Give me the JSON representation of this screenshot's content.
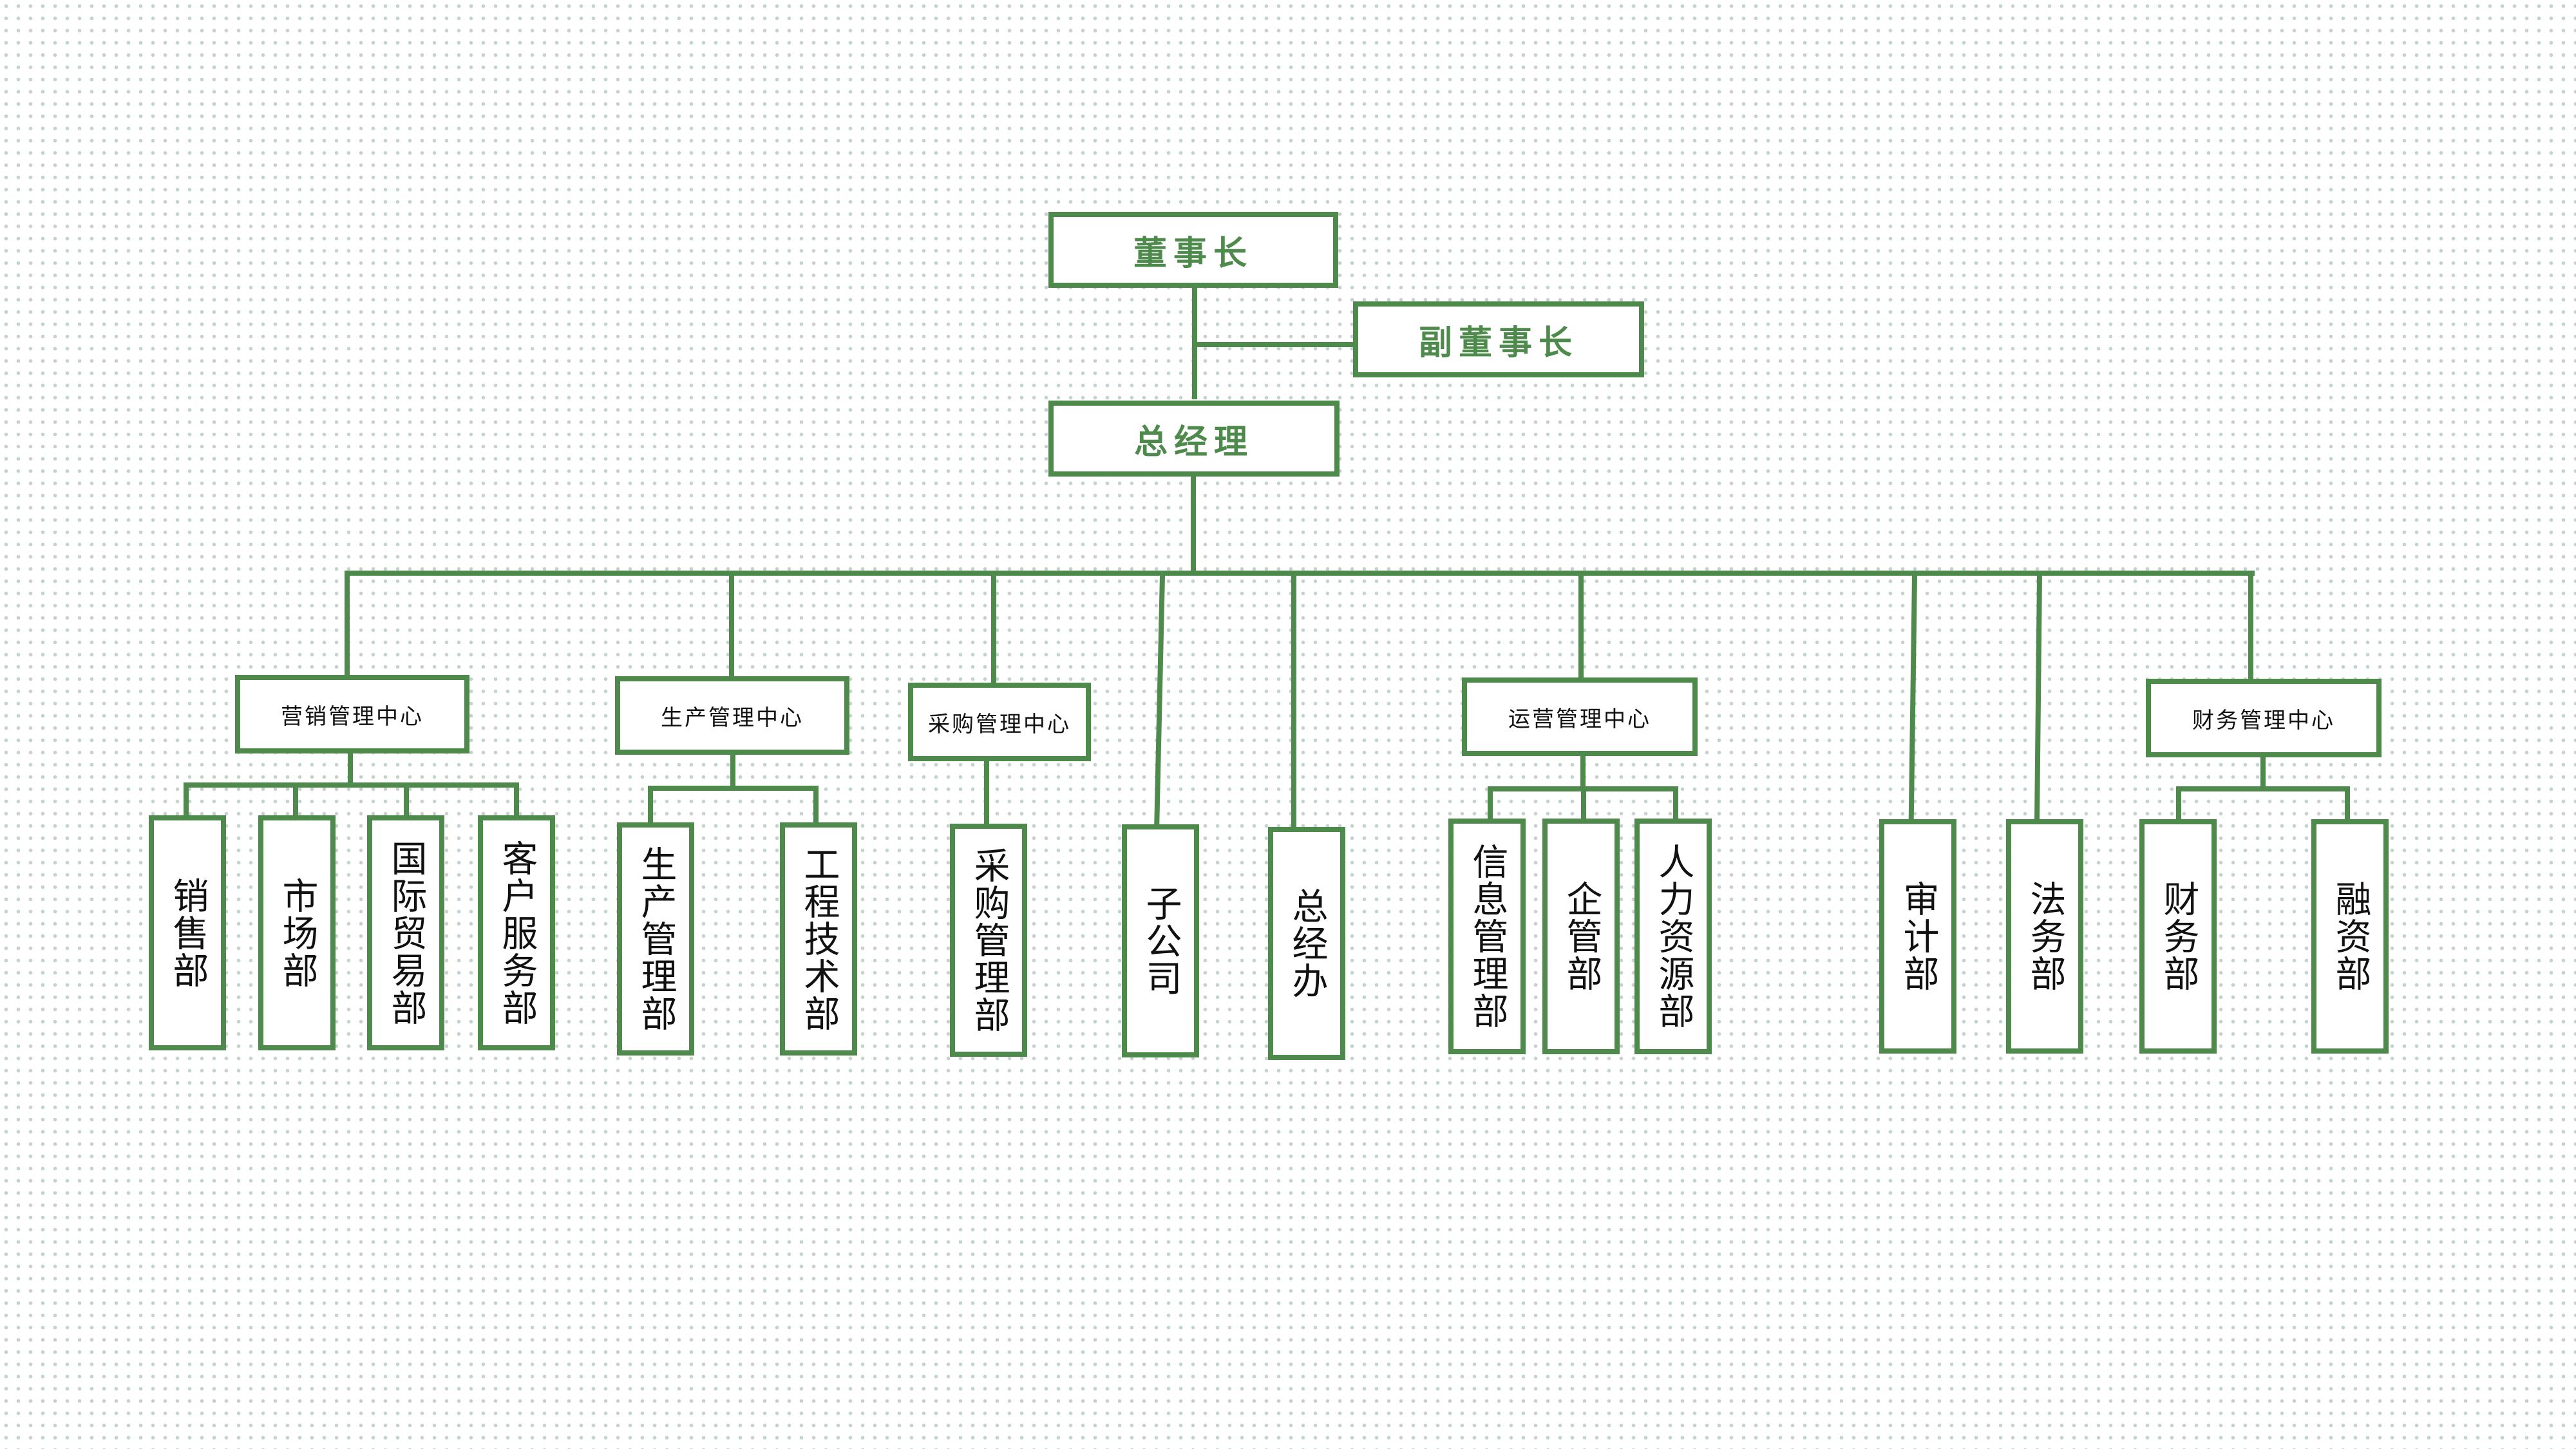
{
  "executives": {
    "chairman": "董事长",
    "vice_chairman": "副董事长",
    "general_manager": "总经理"
  },
  "centers": {
    "marketing": "营销管理中心",
    "production": "生产管理中心",
    "purchasing": "采购管理中心",
    "operations": "运营管理中心",
    "finance": "财务管理中心"
  },
  "departments": {
    "sales": "销售部",
    "market": "市场部",
    "intl_trade": "国际贸易部",
    "customer_service": "客户服务部",
    "production_mgmt": "生产管理部",
    "engineering": "工程技术部",
    "purchasing_mgmt": "采购管理部",
    "subsidiary": "子公司",
    "gm_office": "总经办",
    "info_mgmt": "信息管理部",
    "enterprise_mgmt": "企管部",
    "hr": "人力资源部",
    "audit": "审计部",
    "legal": "法务部",
    "finance_dept": "财务部",
    "financing": "融资部"
  },
  "colors": {
    "line": "#4e8a4c",
    "exec_text": "#4e8a4c",
    "text": "#111111",
    "background_dots": "#c4d4cc"
  }
}
